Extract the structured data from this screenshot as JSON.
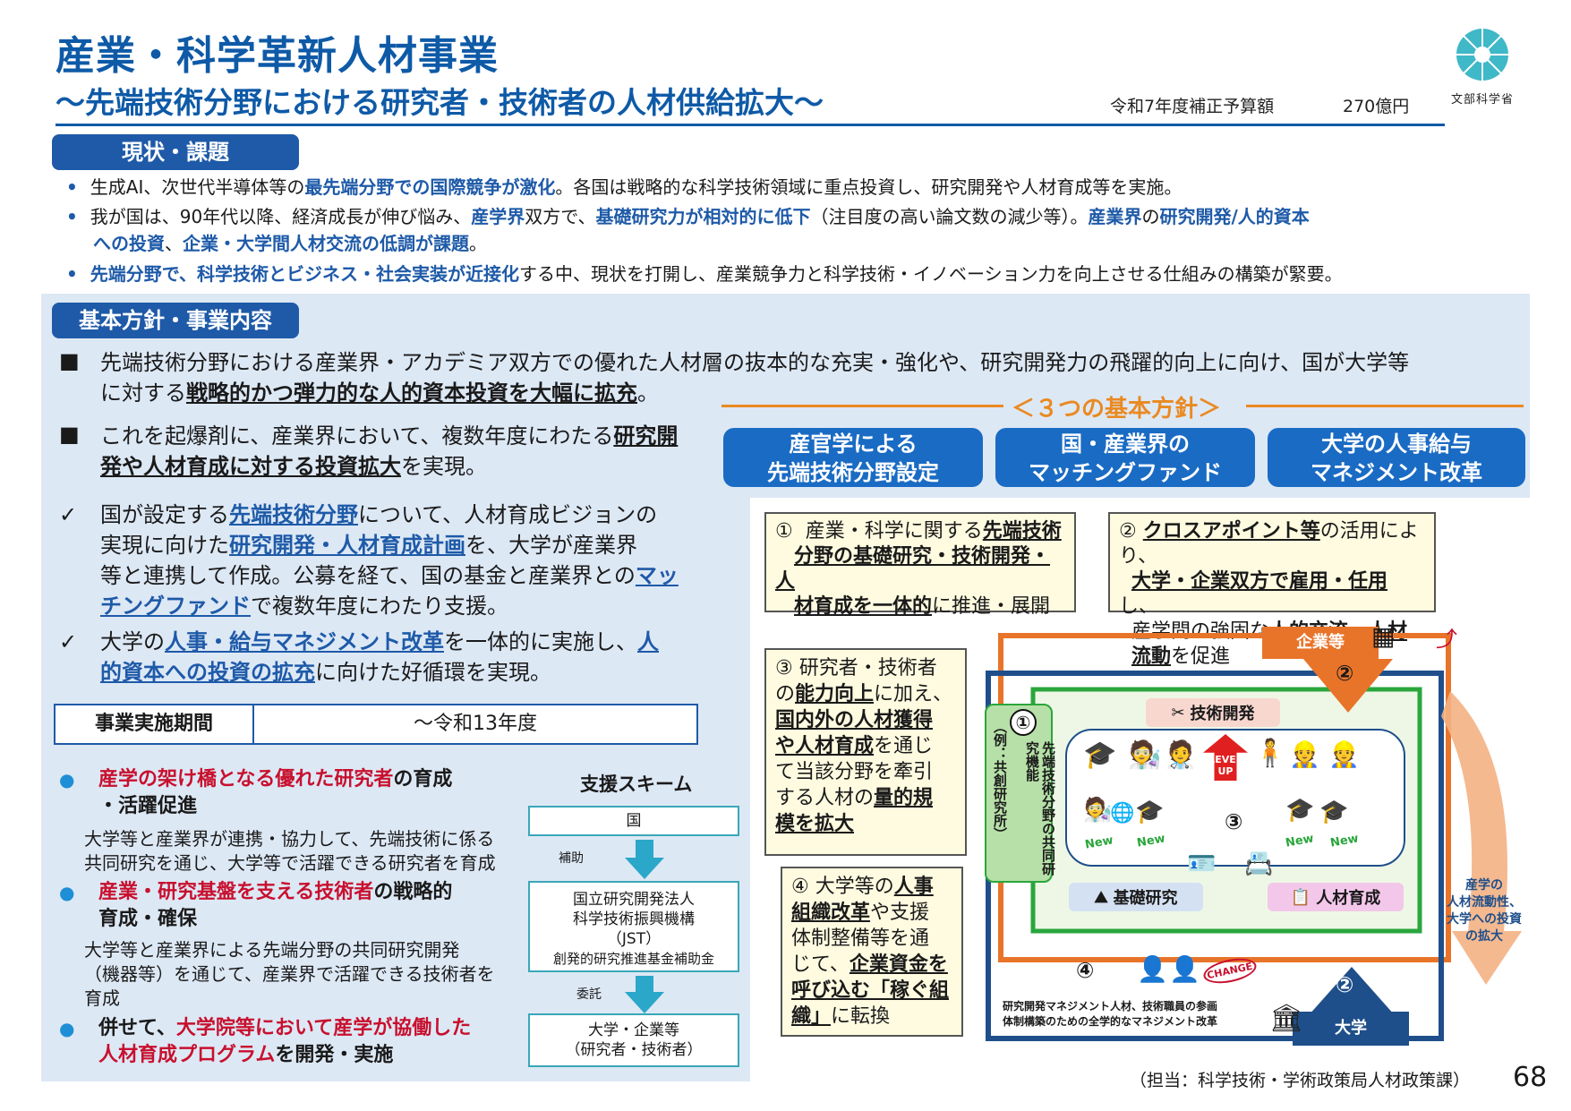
{
  "header": {
    "title": "産業・科学革新人材事業",
    "subtitle": "～先端技術分野における研究者・技術者の人材供給拡大～",
    "budget_label": "令和7年度補正予算額",
    "budget_value": "270億円",
    "logo_text": "文部科学省"
  },
  "status": {
    "heading": "現状・課題",
    "b1_a": "生成AI、次世代半導体等の",
    "b1_b": "最先端分野での国際競争が激化",
    "b1_c": "。各国は戦略的な科学技術領域に重点投資し、研究開発や人材育成等を実施。",
    "b2_a": "我が国は、90年代以降、経済成長が伸び悩み、",
    "b2_b": "産学界",
    "b2_c": "双方で、",
    "b2_d": "基礎研究力が相対的に低下",
    "b2_e": "（注目度の高い論文数の減少等）。",
    "b2_f": "産業界",
    "b2_g": "の",
    "b2_h": "研究開発/人的資本",
    "b2_i": "への投資",
    "b2_j": "、",
    "b2_k": "企業・大学間人材交流の低調が課題",
    "b2_l": "。",
    "b3_a": "先端分野で、科学技術とビジネス・社会実装が近接化",
    "b3_b": "する中、現状を打開し、産業競争力と科学技術・イノベーション力を向上させる仕組みの構築が緊要。"
  },
  "policy": {
    "heading": "基本方針・事業内容",
    "p1_a": "先端技術分野における産業界・アカデミア双方での優れた人材層の抜本的な充実・強化や、研究開発力の飛躍的向上に向け、国が大学等",
    "p1_b": "に対する",
    "p1_c": "戦略的かつ弾力的な人的資本投資を大幅に拡充",
    "p1_d": "。",
    "p2_a": "これを起爆剤に、産業界において、複数年度にわたる",
    "p2_b": "研究開",
    "p2_c": "発や人材育成に対する投資拡大",
    "p2_d": "を実現。",
    "three_title": "＜３つの基本方針＞",
    "btn1_l1": "産官学による",
    "btn1_l2": "先端技術分野設定",
    "btn2_l1": "国・産業界の",
    "btn2_l2": "マッチングファンド",
    "btn3_l1": "大学の人事給与",
    "btn3_l2": "マネジメント改革"
  },
  "checks": {
    "c1_a": "国が設定する",
    "c1_b": "先端技術分野",
    "c1_c": "について、人材育成ビジョンの",
    "c1_d": "実現に向けた",
    "c1_e": "研究開発・人材育成計画",
    "c1_f": "を、大学が産業界",
    "c1_g": "等と連携して作成。公募を経て、国の基金と産業界との",
    "c1_h": "マッ",
    "c1_i": "チングファンド",
    "c1_j": "で複数年度にわたり支援。",
    "c2_a": "大学の",
    "c2_b": "人事・給与マネジメント改革",
    "c2_c": "を一体的に実施し、",
    "c2_d": "人",
    "c2_e": "的資本への投資の拡充",
    "c2_f": "に向けた好循環を実現。"
  },
  "period": {
    "label": "事業実施期間",
    "value": "～令和13年度"
  },
  "items": {
    "i1_red": "産学の架け橋となる優れた研究者",
    "i1_b": "の育成",
    "i1_c": "・活躍促進",
    "i1_sub1": "大学等と産業界が連携・協力して、先端技術に係る",
    "i1_sub2": "共同研究を通じ、大学等で活躍できる研究者を育成",
    "i2_red": "産業・研究基盤を支える技術者",
    "i2_b": "の戦略的",
    "i2_c": "育成・確保",
    "i2_sub1": "大学等と産業界による先端分野の共同研究開発",
    "i2_sub2": "（機器等）を通じて、産業界で活躍できる技術者を",
    "i2_sub3": "育成",
    "i3_a": "併せて、",
    "i3_red1": "大学院等において産学が協働した",
    "i3_red2": "人材育成プログラム",
    "i3_b": "を開発・実施"
  },
  "scheme": {
    "title": "支援スキーム",
    "box1": "国",
    "arrow1": "補助",
    "box2_l1": "国立研究開発法人",
    "box2_l2": "科学技術振興機構",
    "box2_l3": "（JST）",
    "box2_l4": "創発的研究推進基金補助金",
    "arrow2": "委託",
    "box3_l1": "大学・企業等",
    "box3_l2": "（研究者・技術者）"
  },
  "boxes": {
    "y1_num": "①",
    "y1_a": "産業・科学に関する",
    "y1_b": "先端技術",
    "y1_c": "分野の基礎研究・技術開発・人",
    "y1_d": "材育成を一体的",
    "y1_e": "に推進・展開",
    "y2_num": "②",
    "y2_a": "クロスアポイント等",
    "y2_b": "の活用により、",
    "y2_c": "大学・企業双方で雇用・任用",
    "y2_d": "し、",
    "y2_e": "産学間の強固な",
    "y2_f": "人的交流・人材",
    "y2_g": "流動",
    "y2_h": "を促進",
    "y3_num": "③",
    "y3_a": "研究者・技術者",
    "y3_b": "の",
    "y3_c": "能力向上",
    "y3_d": "に加え、",
    "y3_e": "国内外の人材獲得",
    "y3_f": "や人材育成",
    "y3_g": "を通じ",
    "y3_h": "て当該分野を牽引",
    "y3_i": "する人材の",
    "y3_j": "量的規",
    "y3_k": "模を拡大",
    "y4_num": "④",
    "y4_a": "大学等の",
    "y4_b": "人事",
    "y4_c": "組織改革",
    "y4_d": "や支援",
    "y4_e": "体制整備等を通",
    "y4_f": "じて、",
    "y4_g": "企業資金を",
    "y4_h": "呼び込む「稼ぐ組",
    "y4_i": "織」",
    "y4_j": "に転換"
  },
  "diagram": {
    "company": "企業等",
    "university": "大学",
    "num2": "②",
    "num1": "①",
    "num3": "③",
    "num4": "④",
    "v_left": "（例：共創研究所）",
    "v_right": "先端技術分野の共同研究機能",
    "tech_dev": "技術開発",
    "basic_research": "基礎研究",
    "hr_dev": "人材育成",
    "new_label": "New",
    "level_up": "LEVEL UP",
    "change": "CHANGE",
    "mgmt1": "研究開発マネジメント人材、技術職員の参画",
    "mgmt2": "体制構築のための全学的なマネジメント改革",
    "side1": "産学の",
    "side2": "人材流動性、",
    "side3": "大学への投資",
    "side4": "の拡大"
  },
  "footer": {
    "owner": "（担当：科学技術・学術政策局人材政策課）",
    "page": "68"
  },
  "colors": {
    "primary_blue": "#1e5aa8",
    "orange": "#e98a22",
    "red": "#c8102e",
    "green": "#2aa63c",
    "teal": "#2aa7c9"
  }
}
